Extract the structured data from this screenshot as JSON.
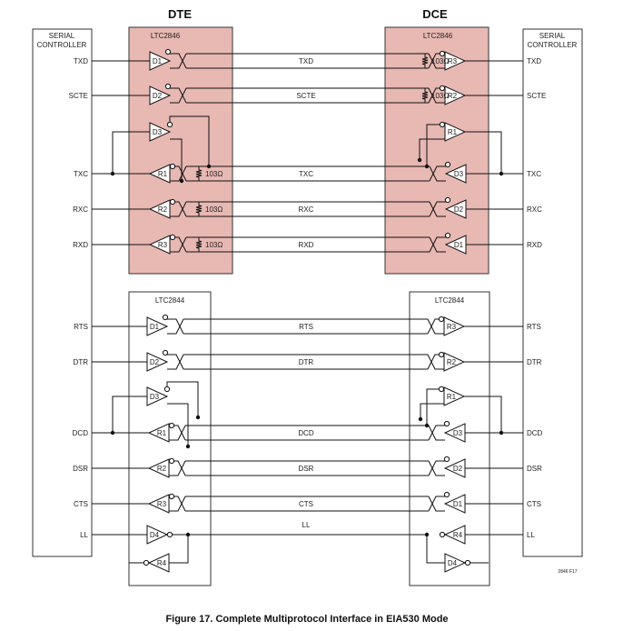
{
  "header": {
    "dte_label": "DTE",
    "dce_label": "DCE"
  },
  "controllers": {
    "left": {
      "line1": "SERIAL",
      "line2": "CONTROLLER"
    },
    "right": {
      "line1": "SERIAL",
      "line2": "CONTROLLER"
    }
  },
  "chips": {
    "dte_top": "LTC2846",
    "dce_top": "LTC2846",
    "dte_bottom": "LTC2844",
    "dce_bottom": "LTC2844"
  },
  "colors": {
    "chip_fill": "#e8b8b3",
    "line": "#111111"
  },
  "signals_top": [
    {
      "name": "TXD",
      "label": "TXD",
      "dte_gate": "D1",
      "dce_gate": "R3",
      "resistor": "103Ω"
    },
    {
      "name": "SCTE",
      "label": "SCTE",
      "dte_gate": "D2",
      "dce_gate": "R2",
      "resistor": "103Ω"
    },
    {
      "name": "TXC",
      "label": "TXC",
      "dte_gate": "R1",
      "dce_gate": "D3",
      "resistor": "103Ω"
    },
    {
      "name": "RXC",
      "label": "RXC",
      "dte_gate": "R2",
      "dce_gate": "D2",
      "resistor": "103Ω"
    },
    {
      "name": "RXD",
      "label": "RXD",
      "dte_gate": "R3",
      "dce_gate": "D1",
      "resistor": "103Ω"
    }
  ],
  "extra_gates_top": {
    "dte": "D3",
    "dce": "R1"
  },
  "signals_bottom": [
    {
      "name": "RTS",
      "label": "RTS",
      "dte_gate": "D1",
      "dce_gate": "R3"
    },
    {
      "name": "DTR",
      "label": "DTR",
      "dte_gate": "D2",
      "dce_gate": "R2"
    },
    {
      "name": "DCD",
      "label": "DCD",
      "dte_gate": "R1",
      "dce_gate": "D3"
    },
    {
      "name": "DSR",
      "label": "DSR",
      "dte_gate": "R2",
      "dce_gate": "D2"
    },
    {
      "name": "CTS",
      "label": "CTS",
      "dte_gate": "R3",
      "dce_gate": "D1"
    },
    {
      "name": "LL",
      "label": "LL",
      "dte_gate": "D4",
      "dce_gate": "R4"
    }
  ],
  "extra_gates_bottom": {
    "dte": [
      "D3",
      "R4"
    ],
    "dce": [
      "R1",
      "D4"
    ]
  },
  "figure_number": "2846 F17",
  "caption": "Figure 17. Complete Multiprotocol Interface in EIA530 Mode"
}
